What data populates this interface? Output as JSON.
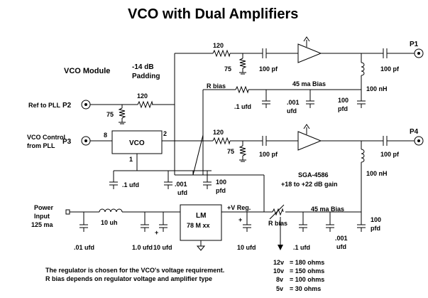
{
  "title": "VCO with Dual Amplifiers",
  "module_label": "VCO Module",
  "padding_label": [
    "-14 dB",
    "Padding"
  ],
  "ports": {
    "p1": "P1",
    "p2": "P2",
    "p3": "P3",
    "p4": "P4"
  },
  "inputs": {
    "ref_to_pll": "Ref to PLL",
    "vco_control": [
      "VCO Control",
      "from PLL"
    ],
    "power_input": [
      "Power",
      "Input",
      "125 ma"
    ]
  },
  "vco": {
    "label": "VCO",
    "pin8": "8",
    "pin2": "2",
    "pin1": "1"
  },
  "regulator": {
    "line1": "LM",
    "line2": "78 M xx",
    "output": "+V Reg."
  },
  "components": {
    "r_120_top": "120",
    "r_75_top": "75",
    "c_100pf_top_in": "100 pf",
    "c_100pf_top_out": "100 pf",
    "l_100nh_top": "100 nH",
    "rbias_top": "R bias",
    "bias_top": "45 ma Bias",
    "c_01ufd_top": ".1 ufd",
    "c_001ufd_top": ".001\nufd",
    "c_100pfd_top": "100\npfd",
    "r_120_ref": "120",
    "r_75_ref": "75",
    "r_120_bot": "120",
    "r_75_bot": "75",
    "c_100pf_bot_in": "100 pf",
    "c_100pf_bot_out": "100 pf",
    "l_100nh_bot": "100 nH",
    "amp_part": "SGA-4586",
    "amp_gain": "+18 to +22 dB gain",
    "vco_c1": ".1 ufd",
    "vco_c2": ".001\nufd",
    "vco_c3": "100\npfd",
    "l_10uh": "10 uh",
    "c_01ufd_in": ".01 ufd",
    "c_10ufd_in": "1.0 ufd",
    "c_10ufd_in2": "10 ufd",
    "c_10ufd_out": "10 ufd",
    "rbias_bot": "R bias",
    "bias_bot": "45 ma Bias",
    "c_01ufd_bot": ".1 ufd",
    "c_001ufd_bot": ".001\nufd",
    "c_100pfd_bot": "100\npfd",
    "cap_plus": "+"
  },
  "rbias_table": [
    {
      "v": "12v",
      "ohms": "= 180 ohms"
    },
    {
      "v": "10v",
      "ohms": "= 150 ohms"
    },
    {
      "v": "8v",
      "ohms": "= 100 ohms"
    },
    {
      "v": "5v",
      "ohms": "=  30 ohms"
    }
  ],
  "notes": [
    "The regulator is chosen for the VCO's voltage requirement.",
    "R bias depends on regulator voltage and amplifier type"
  ]
}
